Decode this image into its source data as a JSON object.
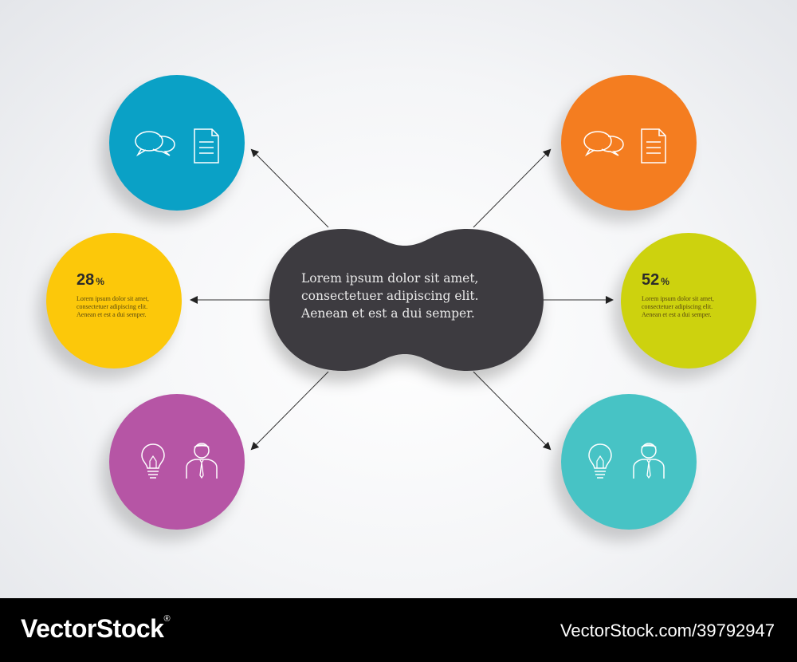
{
  "center": {
    "text_lines": [
      "Lorem ipsum dolor sit amet,",
      "consectetuer adipiscing elit.",
      "Aenean et est a dui semper."
    ]
  },
  "nodes": {
    "top_left": {
      "color": "#0aa1c6",
      "icons": [
        "chat-bubbles-icon",
        "document-icon"
      ]
    },
    "mid_left": {
      "color": "#fcc80a",
      "percent": "28",
      "unit": "%",
      "lines": [
        "Lorem ipsum dolor sit amet,",
        "consectetuer adipiscing elit.",
        "Aenean et est a dui semper."
      ]
    },
    "bottom_left": {
      "color": "#b655a5",
      "icons": [
        "lightbulb-icon",
        "businessman-icon"
      ]
    },
    "top_right": {
      "color": "#f47d20",
      "icons": [
        "chat-bubbles-icon",
        "document-icon"
      ]
    },
    "mid_right": {
      "color": "#cdd20e",
      "percent": "52",
      "unit": "%",
      "lines": [
        "Lorem ipsum dolor sit amet,",
        "consectetuer adipiscing elit.",
        "Aenean et est a dui semper."
      ]
    },
    "bottom_right": {
      "color": "#47c3c5",
      "icons": [
        "lightbulb-icon",
        "businessman-icon"
      ]
    }
  },
  "footer": {
    "brand": "VectorStock",
    "brand_mark": "®",
    "image_id": "VectorStock.com/39792947"
  }
}
